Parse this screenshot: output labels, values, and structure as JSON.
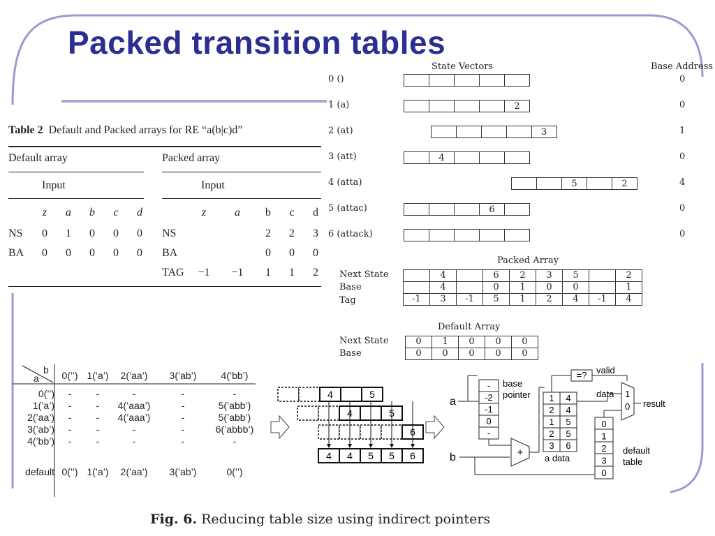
{
  "slide": {
    "title": "Packed transition tables"
  },
  "table2": {
    "caption_bold": "Table 2",
    "caption_rest": "Default and Packed arrays for RE “a(b|c)d”",
    "default_array_label": "Default array",
    "packed_array_label": "Packed array",
    "input_label": "Input",
    "default_columns": [
      "z",
      "a",
      "b",
      "c",
      "d"
    ],
    "packed_columns": [
      "z",
      "a",
      "b",
      "c",
      "d"
    ],
    "rows": [
      {
        "label": "NS",
        "default": [
          "0",
          "1",
          "0",
          "0",
          "0"
        ],
        "packed_label": "NS",
        "packed": [
          "",
          "",
          "2",
          "2",
          "3"
        ]
      },
      {
        "label": "BA",
        "default": [
          "0",
          "0",
          "0",
          "0",
          "0"
        ],
        "packed_label": "BA",
        "packed": [
          "",
          "",
          "0",
          "0",
          "0"
        ]
      },
      {
        "label": "",
        "default": [
          "",
          "",
          "",
          "",
          ""
        ],
        "packed_label": "TAG",
        "packed": [
          "−1",
          "−1",
          "1",
          "1",
          "2"
        ]
      }
    ]
  },
  "state_vectors": {
    "header": "State Vectors",
    "base_header": "Base Address",
    "states": [
      {
        "label": "0 ()",
        "offset": 0,
        "cells": [
          "",
          "",
          "",
          "",
          ""
        ],
        "base": "0"
      },
      {
        "label": "1 (a)",
        "offset": 0,
        "cells": [
          "",
          "",
          "",
          "",
          "2"
        ],
        "base": "0"
      },
      {
        "label": "2 (at)",
        "offset": 1,
        "cells": [
          "",
          "",
          "",
          "",
          "3"
        ],
        "base": "1"
      },
      {
        "label": "3 (att)",
        "offset": 0,
        "cells": [
          "",
          "4",
          "",
          "",
          ""
        ],
        "base": "0"
      },
      {
        "label": "4 (atta)",
        "offset": 4,
        "cells": [
          "",
          "",
          "5",
          "",
          "2"
        ],
        "base": "4"
      },
      {
        "label": "5 (attac)",
        "offset": 0,
        "cells": [
          "",
          "",
          "",
          "6",
          ""
        ],
        "base": "0"
      },
      {
        "label": "6 (attack)",
        "offset": 0,
        "cells": [
          "",
          "",
          "",
          "",
          ""
        ],
        "base": "0"
      }
    ]
  },
  "packed_array": {
    "title": "Packed Array",
    "row_labels": [
      "Next State",
      "Base",
      "Tag"
    ],
    "next_state": [
      "",
      "4",
      "",
      "6",
      "2",
      "3",
      "5",
      "",
      "2"
    ],
    "base": [
      "",
      "4",
      "",
      "0",
      "1",
      "0",
      "0",
      "",
      "1"
    ],
    "tag": [
      "-1",
      "3",
      "-1",
      "5",
      "1",
      "2",
      "4",
      "-1",
      "4"
    ]
  },
  "default_array": {
    "title": "Default Array",
    "row_labels": [
      "Next State",
      "Base"
    ],
    "next_state": [
      "0",
      "1",
      "0",
      "0",
      "0"
    ],
    "base": [
      "0",
      "0",
      "0",
      "0",
      "0"
    ]
  },
  "fig6_table": {
    "corner_b": "b",
    "corner_a": "a",
    "columns": [
      "0(’’)",
      "1(’a’)",
      "2(’aa’)",
      "3(’ab’)",
      "4(’bb’)"
    ],
    "rows": [
      {
        "label": "0(’’)",
        "cells": [
          "-",
          "-",
          "-",
          "-",
          "-"
        ]
      },
      {
        "label": "1(’a’)",
        "cells": [
          "-",
          "-",
          "4(’aaa’)",
          "-",
          "5(’abb’)"
        ]
      },
      {
        "label": "2(’aa’)",
        "cells": [
          "-",
          "-",
          "4(’aaa’)",
          "-",
          "5(’abb’)"
        ]
      },
      {
        "label": "3(’ab’)",
        "cells": [
          "-",
          "-",
          "-",
          "-",
          "6(’abbb’)"
        ]
      },
      {
        "label": "4(’bb’)",
        "cells": [
          "-",
          "-",
          "-",
          "-",
          "-"
        ]
      }
    ],
    "default_label": "default",
    "default_cells": [
      "0(’’)",
      "1(’a’)",
      "2(’aa’)",
      "3(’ab’)",
      "0(’’)"
    ]
  },
  "fig6_packing": {
    "row1": [
      "",
      "",
      "4",
      "",
      "5"
    ],
    "row2": [
      "",
      "",
      "4",
      "",
      "5"
    ],
    "row3": [
      "",
      "",
      "",
      "",
      "6"
    ],
    "result": [
      "4",
      "4",
      "5",
      "5",
      "6"
    ]
  },
  "fig6_circuit": {
    "input_a": "a",
    "input_b": "b",
    "pointer_values": [
      "-",
      "-2",
      "-1",
      "0",
      "-"
    ],
    "base_label": "base",
    "pointer_label": "pointer",
    "a_data_rows": [
      [
        "1",
        "4"
      ],
      [
        "2",
        "4"
      ],
      [
        "1",
        "5"
      ],
      [
        "2",
        "5"
      ],
      [
        "3",
        "6"
      ]
    ],
    "a_data_label": "a  data",
    "default_values": [
      "0",
      "1",
      "2",
      "3",
      "0"
    ],
    "default_label": "default",
    "table_label": "table",
    "adder": "+",
    "compare": "=?",
    "valid_label": "valid",
    "data_label": "data",
    "mux_1": "1",
    "mux_0": "0",
    "result_label": "result"
  },
  "caption": {
    "bold": "Fig. 6.",
    "text": "Reducing table size using indirect pointers"
  },
  "colors": {
    "title": "#2b2f94",
    "frame": "#9a9ad0"
  }
}
